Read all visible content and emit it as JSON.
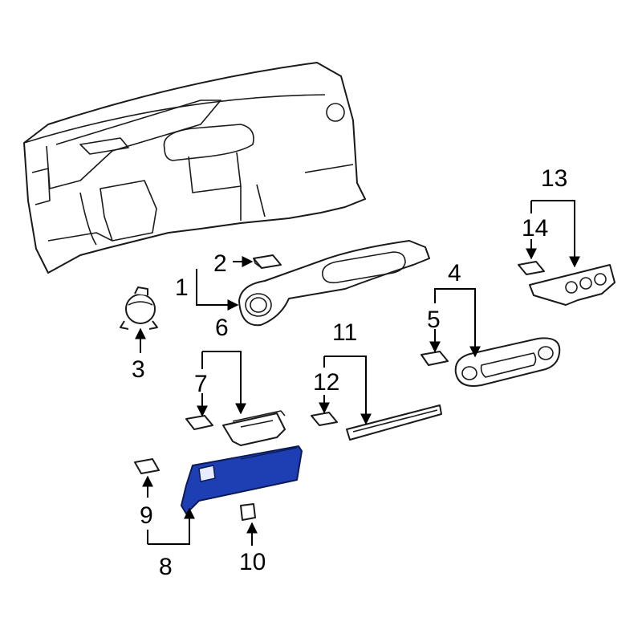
{
  "callouts": {
    "c1": "1",
    "c2": "2",
    "c3": "3",
    "c4": "4",
    "c5": "5",
    "c6": "6",
    "c7": "7",
    "c8": "8",
    "c9": "9",
    "c10": "10",
    "c11": "11",
    "c12": "12",
    "c13": "13",
    "c14": "14"
  },
  "highlight_color": "#1e3fb4"
}
